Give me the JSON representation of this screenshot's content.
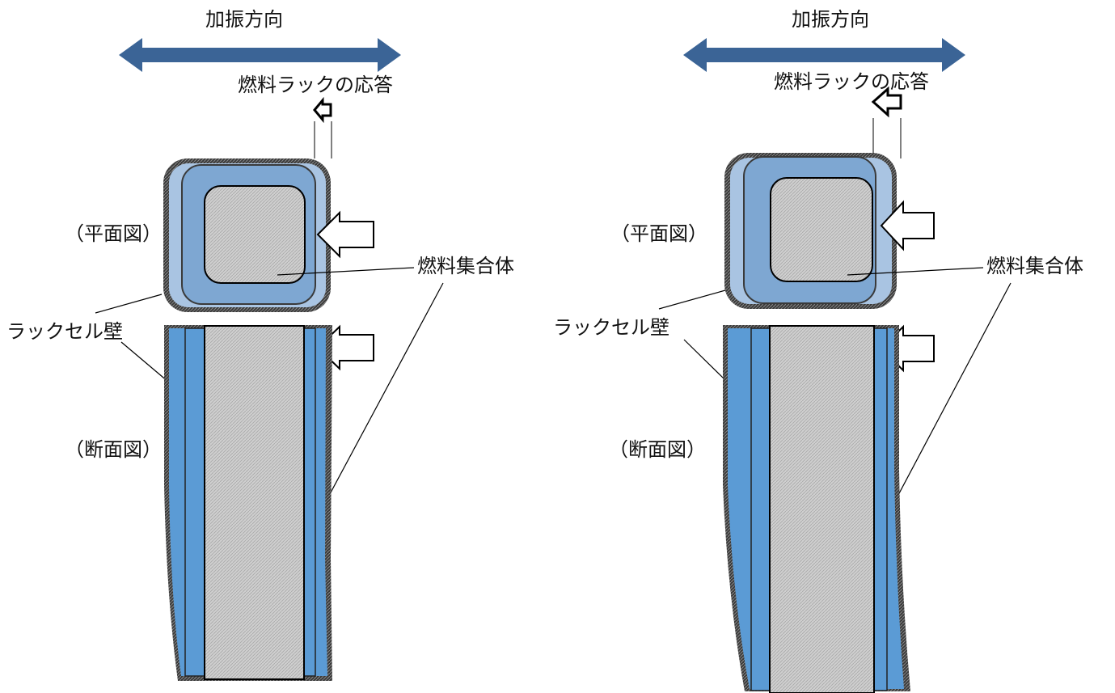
{
  "colors": {
    "arrow_blue": "#3b6496",
    "rack_outer_light": "#a9c4e2",
    "rack_mid_blue": "#7ea7d2",
    "rack_wall_blue": "#5b9bd5",
    "rack_border_dark": "#3a3a3a",
    "fuel_gray": "#c8c8c8",
    "line_black": "#000000"
  },
  "icons": {
    "direction_arrow": "double-headed-arrow-icon",
    "load_arrow": "hollow-left-arrow-icon"
  },
  "panels": [
    {
      "id": "left",
      "excitation_direction": "加振方向",
      "rack_response": "燃料ラックの応答",
      "plan_view": "（平面図）",
      "section_view": "（断面図）",
      "fuel_assembly": "燃料集合体",
      "rack_cell_wall": "ラックセル壁"
    },
    {
      "id": "right",
      "excitation_direction": "加振方向",
      "rack_response": "燃料ラックの応答",
      "plan_view": "（平面図）",
      "section_view": "（断面図）",
      "fuel_assembly": "燃料集合体",
      "rack_cell_wall": "ラックセル壁"
    }
  ]
}
